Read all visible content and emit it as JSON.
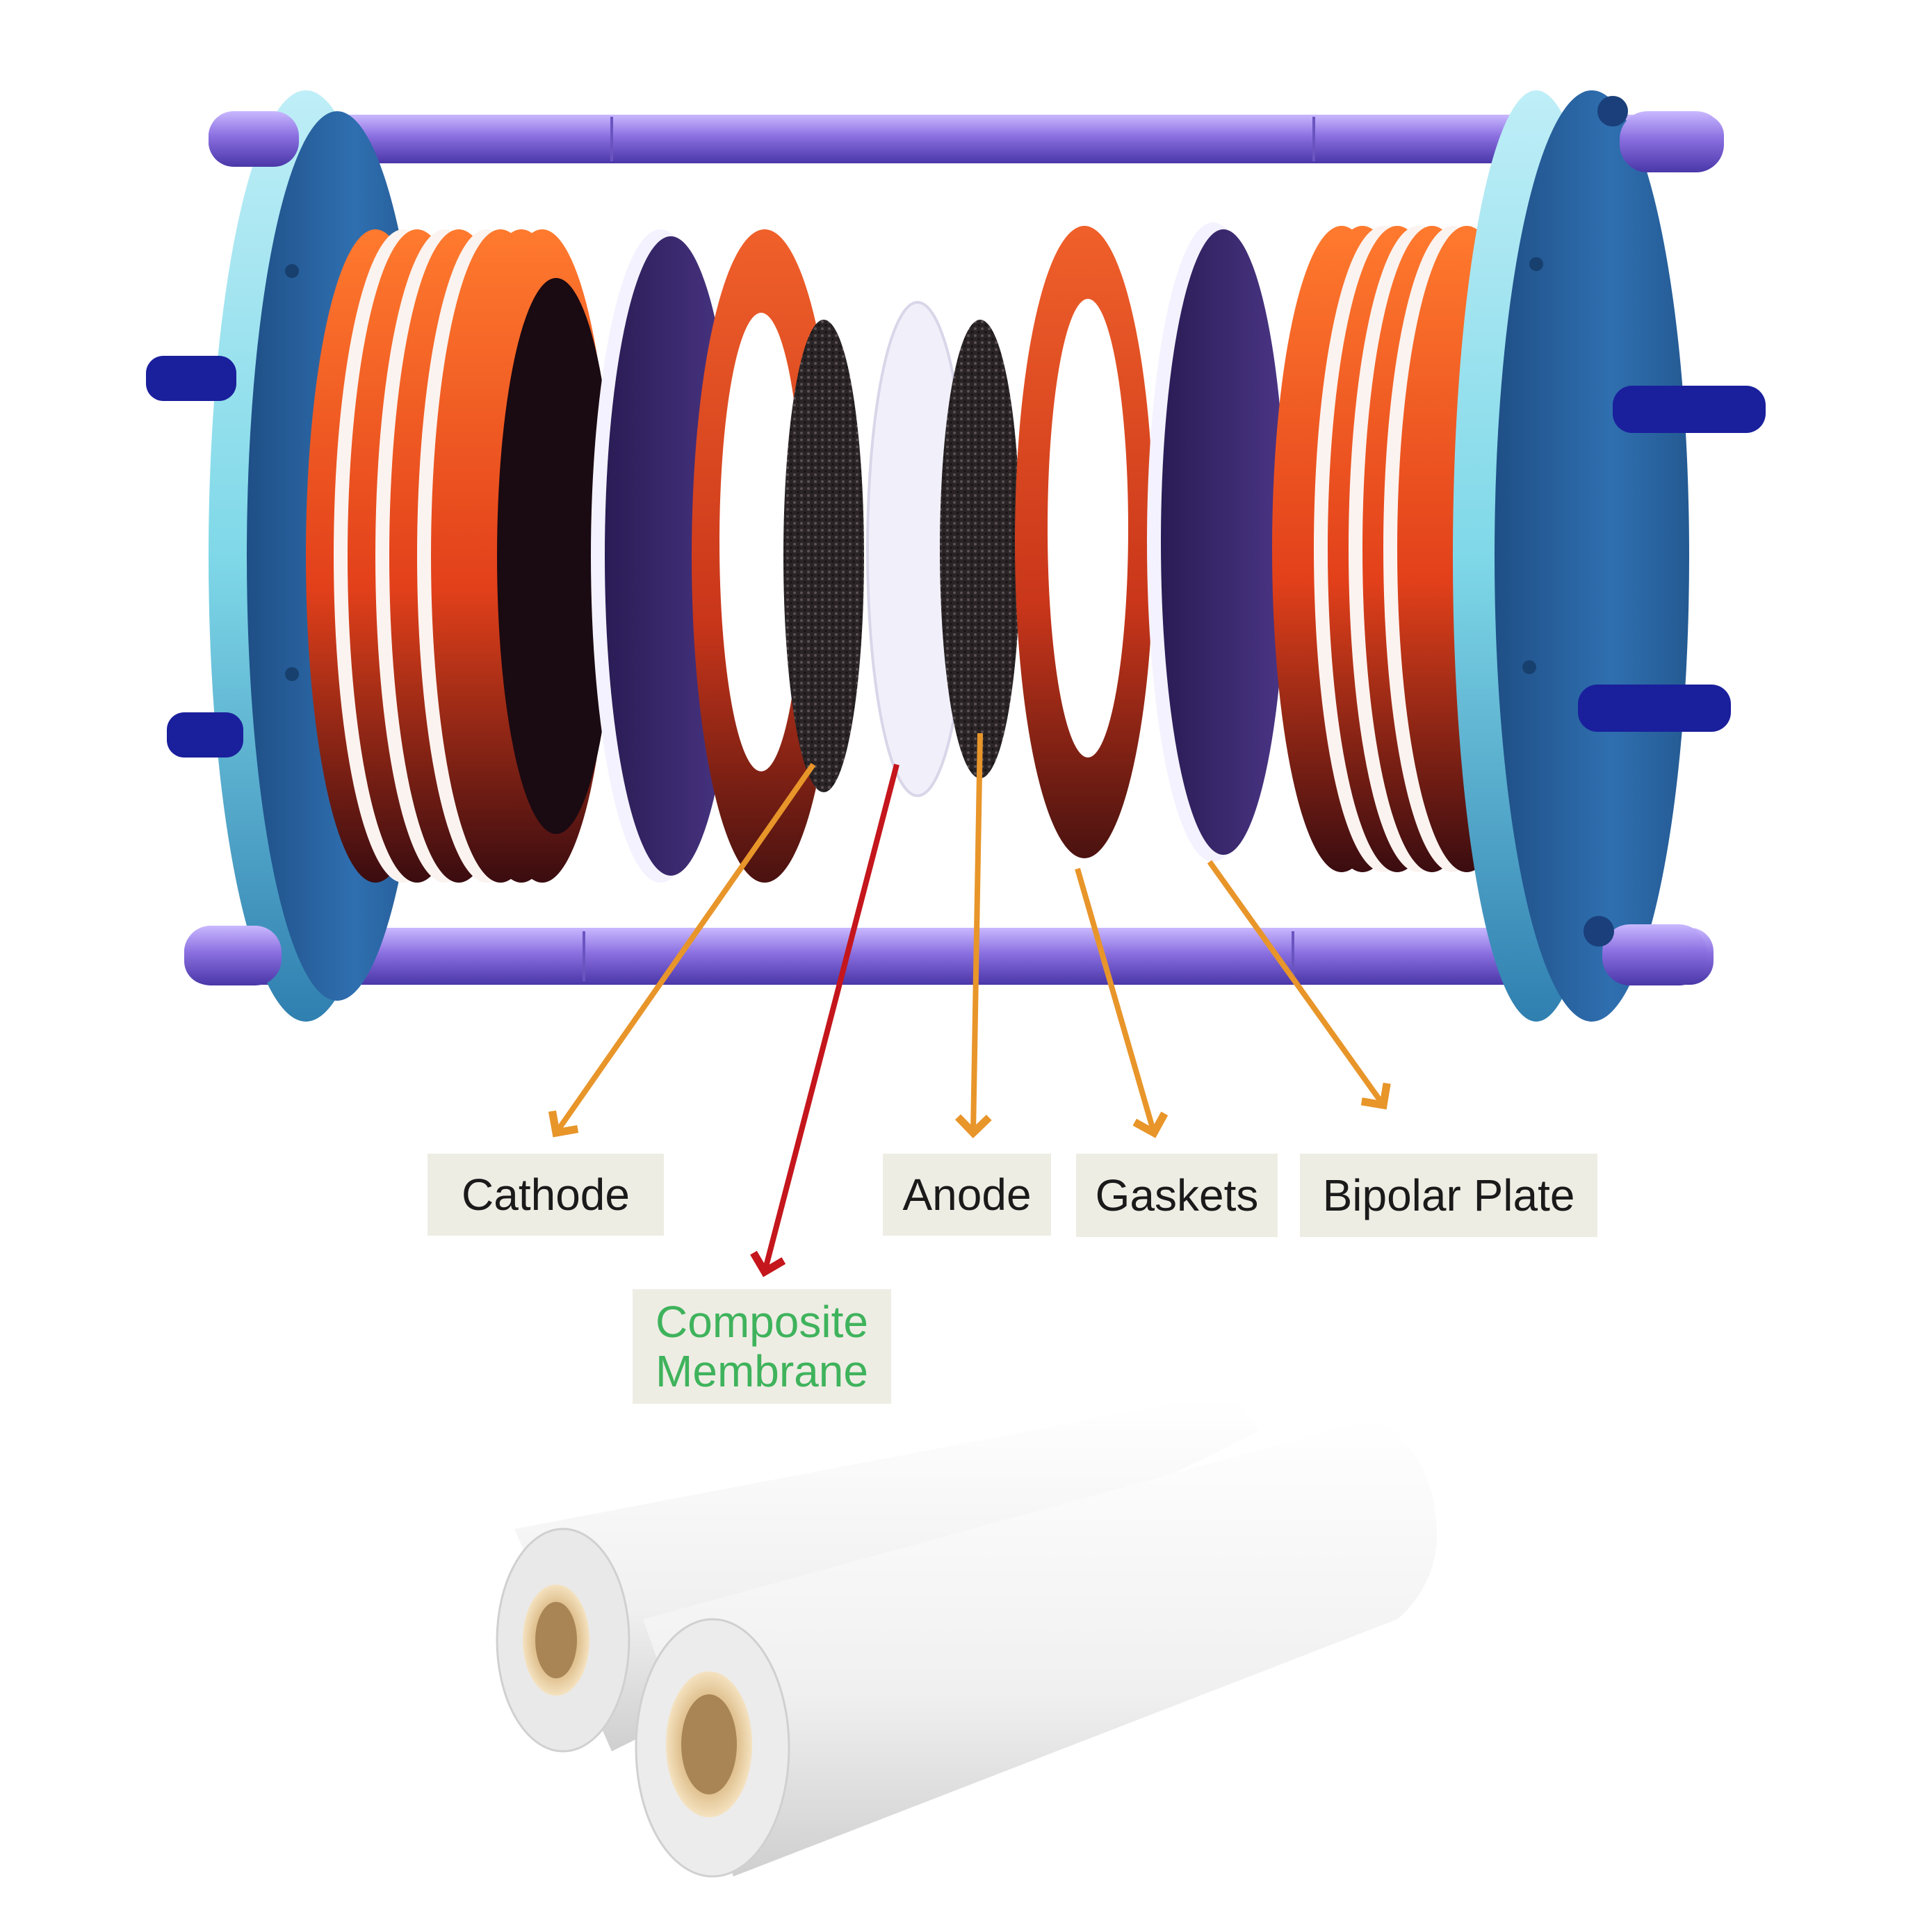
{
  "labels": {
    "cathode": "Cathode",
    "anode": "Anode",
    "gaskets": "Gaskets",
    "bipolar_plate": "Bipolar Plate",
    "composite_membrane_line1": "Composite",
    "composite_membrane_line2": "Membrane"
  },
  "colors": {
    "label_bg": "#eeede4",
    "label_text": "#1a1a1a",
    "membrane_label_text": "#3fb35c",
    "orange_arrow": "#e8952a",
    "red_arrow": "#c4161c",
    "end_plate": "#2b6aa8",
    "end_plate_rim": "#9fe0ee",
    "tie_rod": "#8a6fe0",
    "nut": "#1a1f9c",
    "gasket": "#e8501e",
    "bipolar_plate": "#3d2a70",
    "electrode": "#2a2426",
    "membrane": "#f1f0fa",
    "roll_body": "#f2f2f2",
    "roll_core": "#d8b98a"
  },
  "icons": [
    "stack-assembly-illustration",
    "membrane-roll-illustration"
  ]
}
